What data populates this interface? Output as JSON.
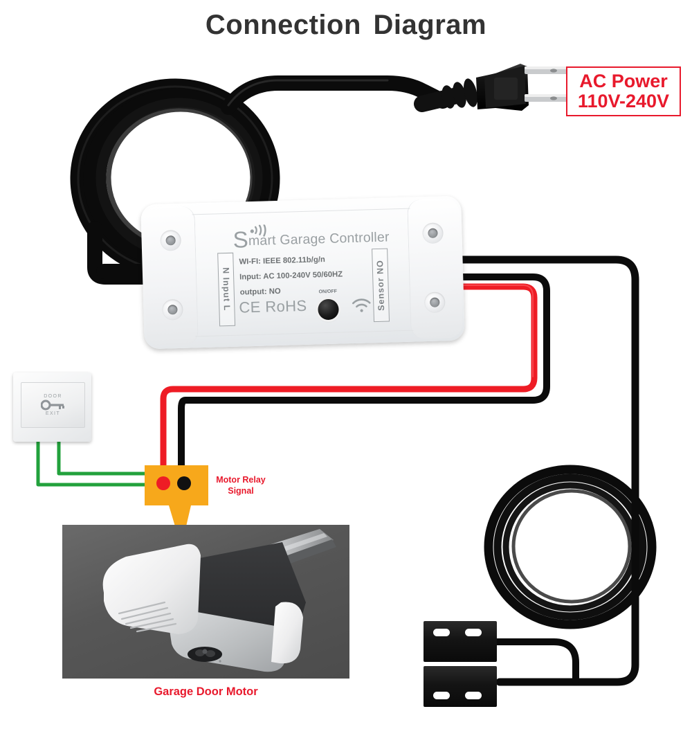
{
  "page": {
    "title": "Connection  Diagram",
    "background_color": "#ffffff",
    "title_color": "#333333"
  },
  "colors": {
    "accent_red": "#e8192c",
    "wire_red": "#ee1c25",
    "wire_black": "#111111",
    "wire_green": "#22a13c",
    "callout_orange": "#f7a81b",
    "device_gray": "#8d9194"
  },
  "ac_power_callout": {
    "name": "AC Power",
    "line1": "AC Power",
    "line2": "110V-240V",
    "border_color": "#e8192c",
    "text_color": "#e8192c"
  },
  "controller": {
    "brand_initial": "S",
    "brand_rest": "mart Garage Controller",
    "brand_full": "Smart Garage Controller",
    "specs": [
      "WI-FI: IEEE 802.11b/g/n",
      "Input: AC 100-240V  50/60HZ",
      "output: NO"
    ],
    "certification": "CE RoHS",
    "left_terminal_label": "N  Input  L",
    "left_terminal_parts": [
      "N",
      "Input",
      "L"
    ],
    "right_terminal_label": "Sensor  NO",
    "right_terminal_parts": [
      "Sensor",
      "NO"
    ],
    "button_label": "ON/OFF",
    "wifi_icon": "wifi-icon"
  },
  "door_switch": {
    "top_text": "DOOR",
    "bottom_text": "EXIT",
    "icon": "key-icon"
  },
  "relay_callout": {
    "label_line1": "Motor Relay",
    "label_line2": "Signal",
    "label_full": "Motor Relay Signal",
    "terminal_red": "red-terminal",
    "terminal_black": "black-terminal"
  },
  "motor_photo": {
    "caption": "Garage Door Motor"
  },
  "sensor": {
    "name": "magnetic-door-sensor"
  },
  "wires": {
    "power_cord": "black-ac-power-cord",
    "sensor_cable": "black-sensor-cable",
    "relay_red": "red-relay-wire",
    "relay_black": "black-relay-wire",
    "switch_green": "green-switch-wires"
  }
}
